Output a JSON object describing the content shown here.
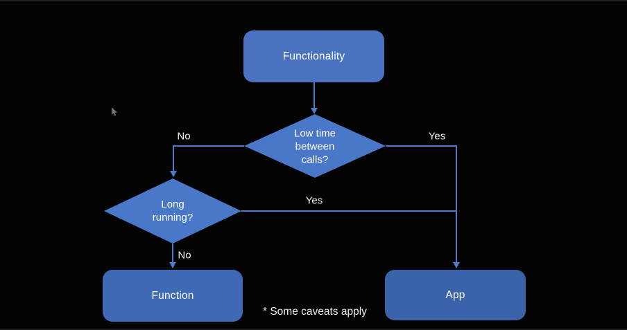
{
  "flowchart": {
    "nodes": [
      {
        "id": "functionality",
        "type": "process",
        "label": "Functionality"
      },
      {
        "id": "low-time",
        "type": "decision",
        "label": "Low time between calls?",
        "lines": [
          "Low time",
          "between",
          "calls?"
        ]
      },
      {
        "id": "long-running",
        "type": "decision",
        "label": "Long running?",
        "lines": [
          "Long",
          "running?"
        ]
      },
      {
        "id": "function",
        "type": "process",
        "label": "Function"
      },
      {
        "id": "app",
        "type": "process",
        "label": "App"
      }
    ],
    "edges": [
      {
        "from": "functionality",
        "to": "low-time",
        "label": ""
      },
      {
        "from": "low-time",
        "to": "long-running",
        "label": "No"
      },
      {
        "from": "low-time",
        "to": "app",
        "label": "Yes"
      },
      {
        "from": "long-running",
        "to": "app",
        "label": "Yes"
      },
      {
        "from": "long-running",
        "to": "function",
        "label": "No"
      }
    ],
    "footnote": "* Some caveats apply",
    "colors": {
      "background": "#030303",
      "process_fill_top": "#4a72c0",
      "process_fill_left": "#3f69b4",
      "process_fill_right": "#3b63a9",
      "decision_fill": "#4a78c8",
      "connector": "#4d7bc9",
      "text": "#ffffff"
    }
  }
}
